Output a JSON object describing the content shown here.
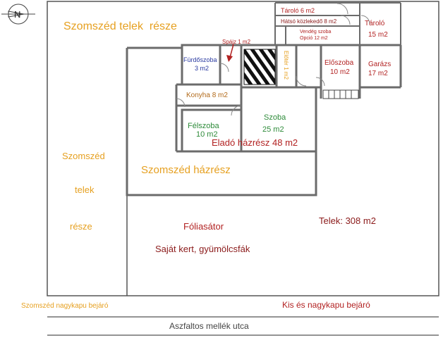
{
  "colors": {
    "orange": "#e6a020",
    "green": "#2e8b3a",
    "red": "#b22222",
    "darkred": "#8b1a1a",
    "blue": "#2a3aa0",
    "wall": "#6b6b6b",
    "outline": "#555555"
  },
  "labels": {
    "neighbor_plot_top": "Szomszéd telek  része",
    "neighbor_plot_left_1": "Szomszéd",
    "neighbor_plot_left_2": "telek",
    "neighbor_plot_left_3": "része",
    "neighbor_house": "Szomszéd házrész",
    "for_sale": "Eladó házrész 48 m2",
    "plot_area": "Telek: 308 m2",
    "foil_tent": "Fóliasátor",
    "own_garden": "Saját kert, gyümölcsfák",
    "neighbor_gate": "Szomszéd nagykapu bejáró",
    "small_big_gate": "Kis és nagykapu bejáró",
    "street": "Aszfaltos mellék utca"
  },
  "rooms": {
    "storage_1": "Tároló 6 m2",
    "back_corridor": "Hátsó közlekedő 8 m2",
    "guest_room": "Vendég szoba",
    "guest_room_area": "Opció 12 m2",
    "storage_2": "Tároló",
    "storage_2_area": "15 m2",
    "pantry": "Spájz 1 m2",
    "bathroom": "Fürdőszoba",
    "bathroom_area": "3 m2",
    "hall": "Előtér 1 m2",
    "anteroom": "Előszoba",
    "anteroom_area": "10 m2",
    "garage": "Garázs",
    "garage_area": "17 m2",
    "kitchen": "Konyha 8 m2",
    "half_room": "Félszoba",
    "half_room_area": "10 m2",
    "room": "Szoba",
    "room_area": "25 m2"
  },
  "compass": {
    "north_letter": "N"
  }
}
